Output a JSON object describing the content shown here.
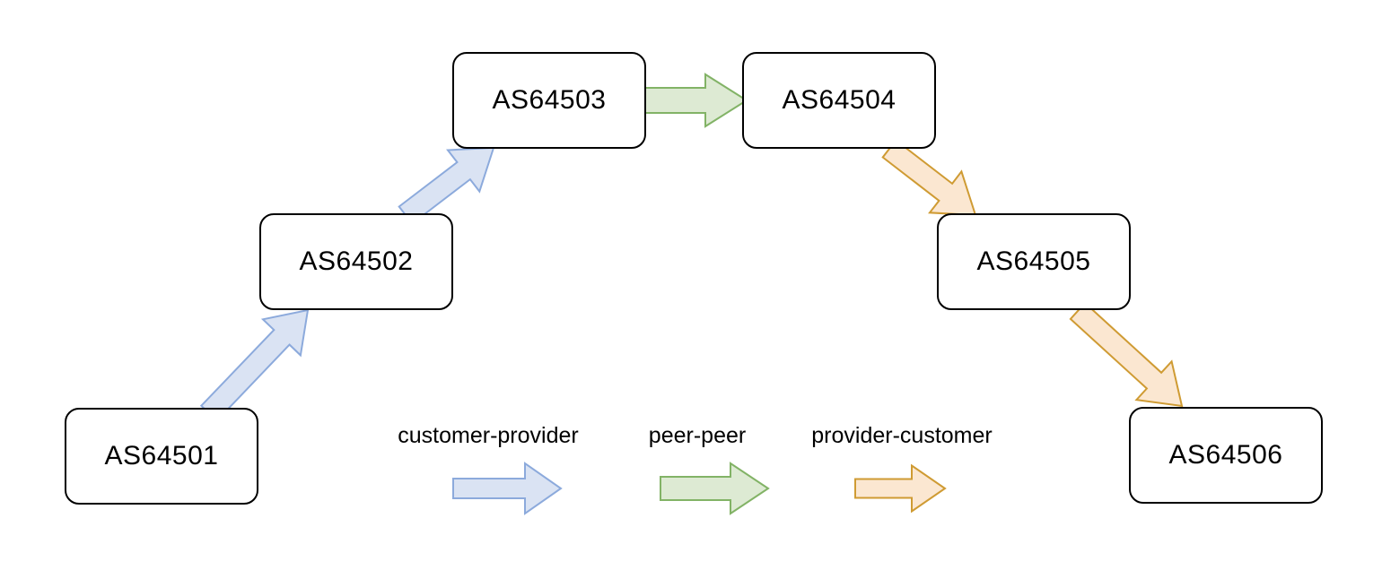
{
  "diagram": {
    "description": "BGP autonomous-system relationship topology",
    "nodes": [
      {
        "id": "as64501",
        "label": "AS64501"
      },
      {
        "id": "as64502",
        "label": "AS64502"
      },
      {
        "id": "as64503",
        "label": "AS64503"
      },
      {
        "id": "as64504",
        "label": "AS64504"
      },
      {
        "id": "as64505",
        "label": "AS64505"
      },
      {
        "id": "as64506",
        "label": "AS64506"
      }
    ],
    "edges": [
      {
        "from": "as64501",
        "to": "as64502",
        "relationship": "customer-provider"
      },
      {
        "from": "as64502",
        "to": "as64503",
        "relationship": "customer-provider"
      },
      {
        "from": "as64503",
        "to": "as64504",
        "relationship": "peer-peer"
      },
      {
        "from": "as64504",
        "to": "as64505",
        "relationship": "provider-customer"
      },
      {
        "from": "as64505",
        "to": "as64506",
        "relationship": "provider-customer"
      }
    ],
    "legend": {
      "items": [
        {
          "type": "customer-provider",
          "label": "customer-provider"
        },
        {
          "type": "peer-peer",
          "label": "peer-peer"
        },
        {
          "type": "provider-customer",
          "label": "provider-customer"
        }
      ]
    },
    "styles": {
      "customer-provider": {
        "fill": "#dae3f3",
        "stroke": "#8caadc"
      },
      "peer-peer": {
        "fill": "#ddead3",
        "stroke": "#82b366"
      },
      "provider-customer": {
        "fill": "#fbe7d1",
        "stroke": "#cf9b33"
      },
      "node_fill": "#ffffff",
      "node_border": "#000000",
      "text_color": "#000000",
      "background": "#ffffff"
    }
  }
}
